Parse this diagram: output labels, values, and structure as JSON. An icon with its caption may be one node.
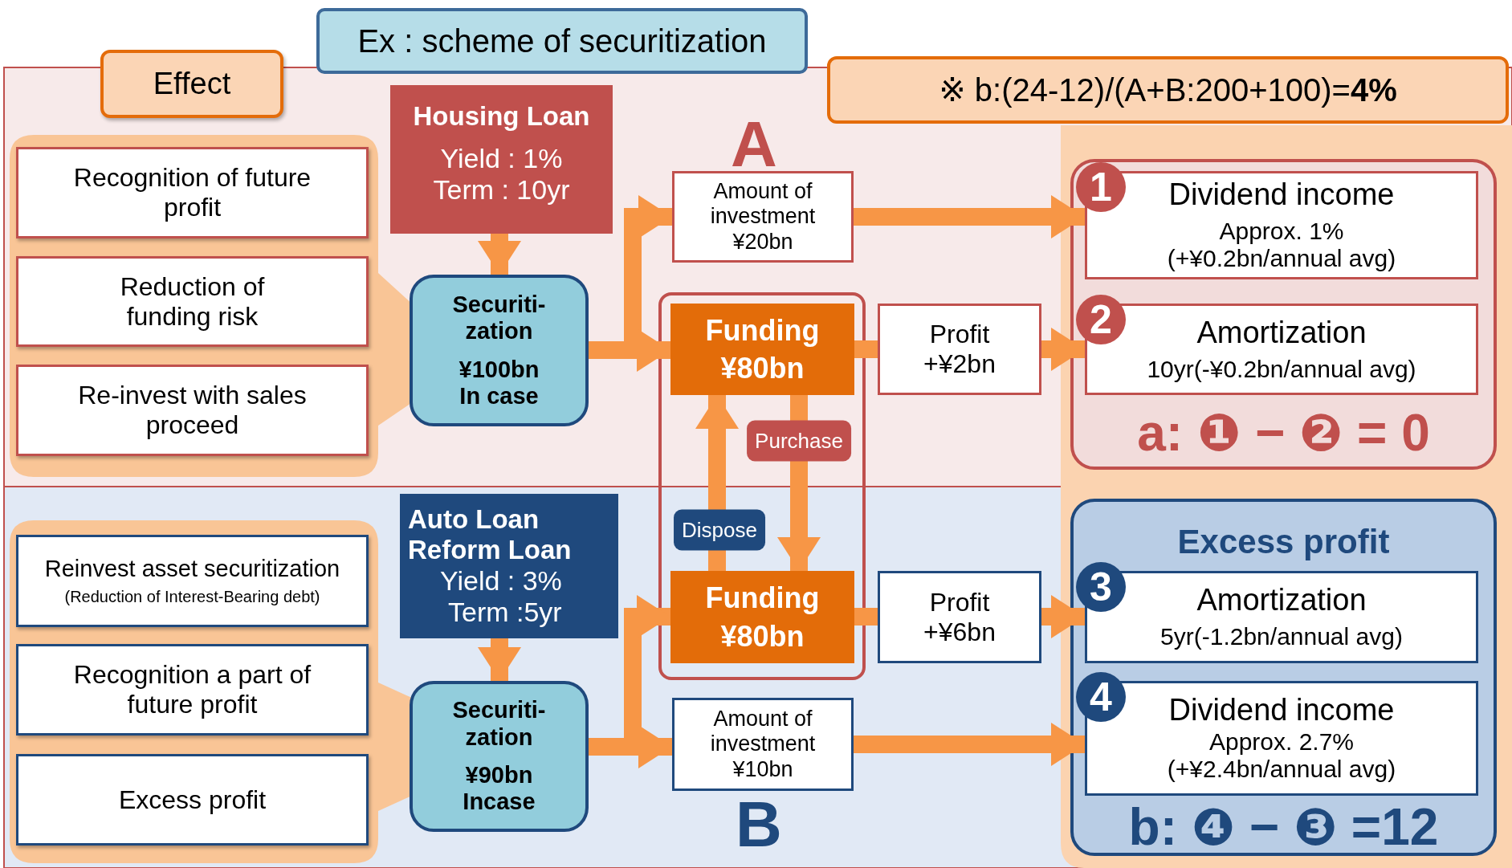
{
  "diagram": {
    "title": "Ex : scheme of securitization",
    "nodes": [
      {
        "text": [
          "Effect"
        ]
      },
      {
        "text": [
          "※ b:(24-12)/(A+B:200+100)=**4%**"
        ]
      },
      {
        "text": [
          "Recognition of future profit"
        ]
      },
      {
        "text": [
          "Reduction of funding risk"
        ]
      },
      {
        "text": [
          "Re-invest with sales proceed"
        ]
      },
      {
        "text": [
          "Housing Loan",
          "Yield : 1%",
          "Term : 10yr"
        ]
      },
      {
        "text": [
          "Securiti- zation",
          "¥100bn In case"
        ]
      },
      {
        "text": [
          "Amount of investment ¥20bn"
        ]
      },
      {
        "text": [],
        "shape": "box"
      },
      {
        "text": [
          "Funding",
          "¥80bn"
        ],
        "in": 8
      },
      {
        "text": [
          "Profit",
          "+¥2bn"
        ]
      },
      {
        "text": [
          "a: ❶ − ❷ = 0"
        ]
      },
      {
        "text": [
          "1",
          "Dividend income",
          "Approx. 1%",
          "(+¥0.2bn/annual avg)"
        ],
        "in": 11
      },
      {
        "text": [
          "2",
          "Amortization",
          "10yr(-¥0.2bn/annual avg)"
        ],
        "in": 11
      },
      {
        "text": [
          "Reinvest asset securitization",
          "(Reduction of Interest-Bearing debt)"
        ]
      },
      {
        "text": [
          "Recognition a part of future profit"
        ]
      },
      {
        "text": [
          "Excess profit"
        ]
      },
      {
        "text": [
          "Auto Loan Reform Loan",
          "Yield : 3%",
          "Term :5yr"
        ]
      },
      {
        "text": [
          "Securiti- zation",
          "¥90bn Incase"
        ]
      },
      {
        "text": [
          "Funding",
          "¥80bn"
        ],
        "in": 8
      },
      {
        "text": [
          "Profit",
          "+¥6bn"
        ]
      },
      {
        "text": [
          "Amount of investment ¥10bn"
        ]
      },
      {
        "text": [
          "Excess profit",
          "b: ❹ − ❸ =12"
        ]
      },
      {
        "text": [
          "3",
          "Amortization",
          "5yr(-1.2bn/annual avg)"
        ],
        "in": 22
      },
      {
        "text": [
          "4",
          "Dividend income",
          "Approx. 2.7%",
          "(+¥2.4bn/annual avg)"
        ],
        "in": 22
      }
    ],
    "edges": [
      {
        "from": 5,
        "to": 6,
        "arrow": "to"
      },
      {
        "from": 6,
        "to": 7,
        "arrow": "to"
      },
      {
        "from": 6,
        "to": 9,
        "arrow": "to"
      },
      {
        "from": 7,
        "to": 12,
        "arrow": "to"
      },
      {
        "from": 9,
        "to": 10,
        "arrow": "none"
      },
      {
        "from": 10,
        "to": 13,
        "arrow": "to"
      },
      {
        "from": 9,
        "to": 19,
        "arrow": "to",
        "label": "Purchase"
      },
      {
        "from": 19,
        "to": 9,
        "arrow": "to",
        "label": "Dispose"
      },
      {
        "from": 17,
        "to": 18,
        "arrow": "to"
      },
      {
        "from": 18,
        "to": 19,
        "arrow": "to"
      },
      {
        "from": 18,
        "to": 21,
        "arrow": "to"
      },
      {
        "from": 19,
        "to": 20,
        "arrow": "none"
      },
      {
        "from": 20,
        "to": 23,
        "arrow": "to"
      },
      {
        "from": 21,
        "to": 24,
        "arrow": "to"
      }
    ],
    "labels": [
      "A",
      "B"
    ]
  }
}
